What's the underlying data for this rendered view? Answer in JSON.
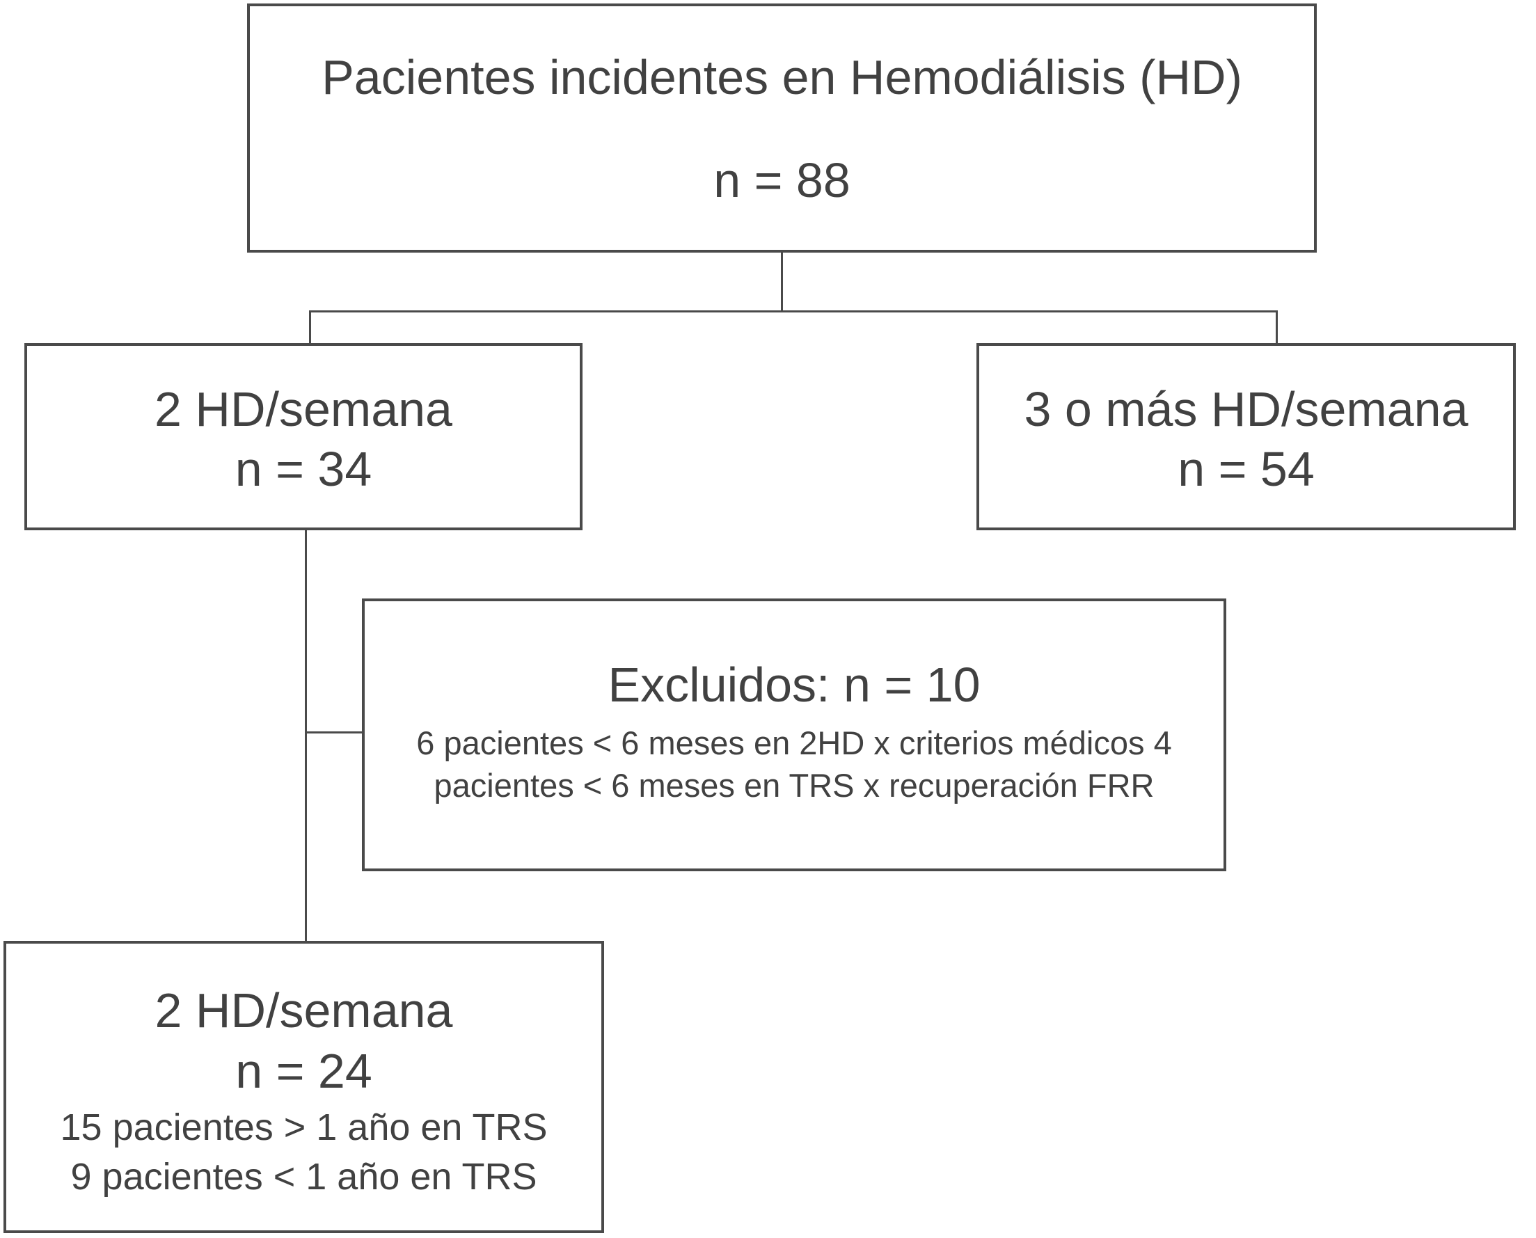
{
  "figure": {
    "type": "flow-diagram",
    "language": "es",
    "colors": {
      "background": "#ffffff",
      "border": "#4a4a4a",
      "text": "#414141"
    },
    "nodes": {
      "root": {
        "title": "Pacientes incidentes en Hemodiálisis (HD)",
        "count": "n = 88"
      },
      "branch_2hd": {
        "title": "2 HD/semana",
        "count": "n = 34"
      },
      "branch_3hd": {
        "title": "3 o más HD/semana",
        "count": "n = 54"
      },
      "excluded": {
        "title": "Excluidos: n = 10",
        "details": [
          "6 pacientes < 6 meses en 2HD x criterios médicos 4",
          "pacientes < 6 meses en TRS x recuperación FRR"
        ]
      },
      "final_2hd": {
        "title": "2 HD/semana",
        "count": "n = 24",
        "details": [
          "15 pacientes > 1 año en TRS",
          "9 pacientes < 1 año en TRS"
        ]
      }
    }
  }
}
